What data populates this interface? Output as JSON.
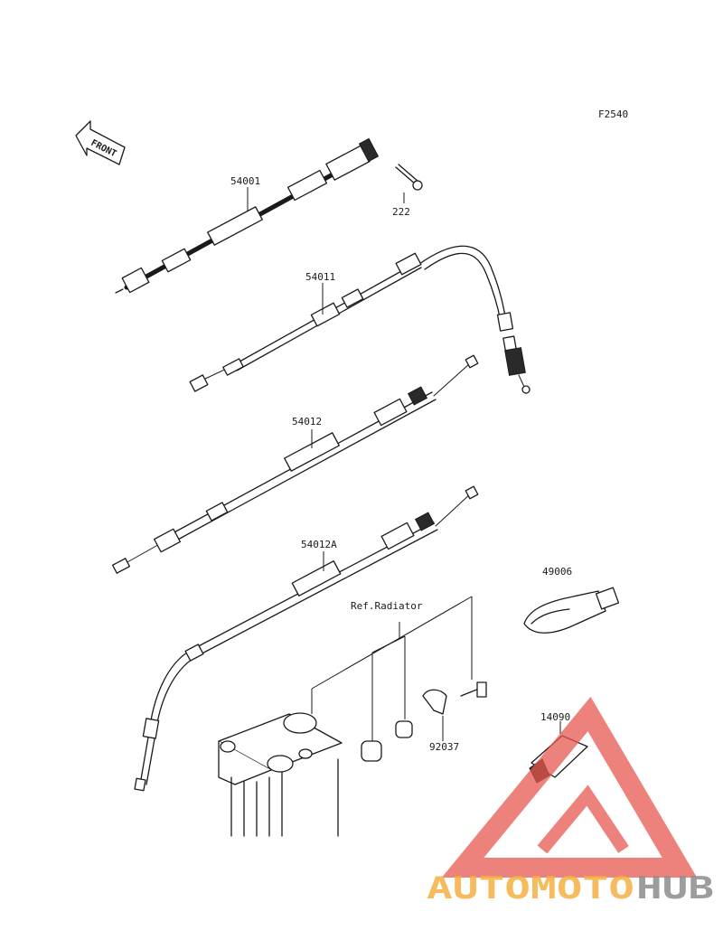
{
  "diagram": {
    "figure_code": "F2540",
    "front_label": "FRONT",
    "ref_label": "Ref.Radiator",
    "parts": [
      {
        "id": "p54001",
        "number": "54001"
      },
      {
        "id": "p222",
        "number": "222"
      },
      {
        "id": "p54011",
        "number": "54011"
      },
      {
        "id": "p54012",
        "number": "54012"
      },
      {
        "id": "p54012A",
        "number": "54012A"
      },
      {
        "id": "p49006",
        "number": "49006"
      },
      {
        "id": "p92037",
        "number": "92037"
      },
      {
        "id": "p14090",
        "number": "14090"
      }
    ]
  },
  "watermark": {
    "brand_part1": "AUTOMOTO",
    "brand_part2": "HUB",
    "colors": {
      "orange": "#f5b041",
      "red": "#e8584f",
      "gray": "#8c8c8c"
    }
  }
}
